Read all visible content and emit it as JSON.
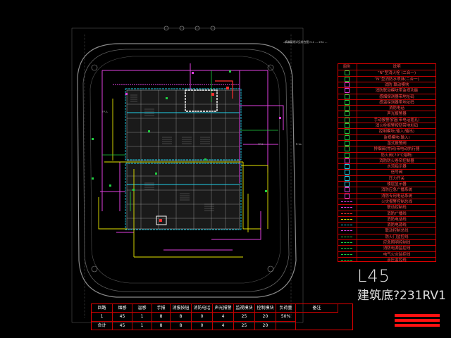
{
  "note_text": "喷淋管线详见综合图 H-1 … 2Hz … ",
  "north_label": "P-1a",
  "legend": {
    "header": {
      "symbol": "图例",
      "desc": "说明"
    },
    "rows": [
      {
        "symbol": "",
        "desc": "“N”型消火栓 (二合一)"
      },
      {
        "symbol": "",
        "desc": "“N”型消防水喷淋(二合一)"
      },
      {
        "symbol": "",
        "desc": "消防 联动模块"
      },
      {
        "symbol": "",
        "desc": "消防联动模块带监视功能"
      },
      {
        "symbol": "",
        "desc": "感烟探测器带地址码"
      },
      {
        "symbol": "",
        "desc": "感温探测器带地址码"
      },
      {
        "symbol": "",
        "desc": "消防电话"
      },
      {
        "symbol": "",
        "desc": "声光报警器"
      },
      {
        "symbol": "",
        "desc": "手动报警按钮(带电话插孔)"
      },
      {
        "symbol": "",
        "desc": "消火栓报警按钮带地址码"
      },
      {
        "symbol": "",
        "desc": "控制模块(输入/输出)"
      },
      {
        "symbol": "",
        "desc": "监视模块(输入)"
      },
      {
        "symbol": "",
        "desc": "湿式报警阀"
      },
      {
        "symbol": "",
        "desc": "排烟阀(常闭)带电动执行器"
      },
      {
        "symbol": "",
        "desc": "防火阀(70℃熔断)"
      },
      {
        "symbol": "",
        "desc": "消防防火卷帘控制器"
      },
      {
        "symbol": "",
        "desc": "水流指示器"
      },
      {
        "symbol": "",
        "desc": "信号阀"
      },
      {
        "symbol": "",
        "desc": "压力开关"
      },
      {
        "symbol": "",
        "desc": "楼层显示器"
      },
      {
        "symbol": "",
        "desc": "消防应急广播系统"
      },
      {
        "symbol": "",
        "desc": "消防专用电话系统"
      },
      {
        "symbol": "",
        "desc": "火灾报警控制总线"
      },
      {
        "symbol": "",
        "desc": "联动控制线"
      },
      {
        "symbol": "",
        "desc": "消防广播线"
      },
      {
        "symbol": "",
        "desc": "消防电话线"
      },
      {
        "symbol": "",
        "desc": "消防电源线"
      },
      {
        "symbol": "",
        "desc": "联动控制总线"
      },
      {
        "symbol": "",
        "desc": "防火门监控线"
      },
      {
        "symbol": "",
        "desc": "应急照明控制线"
      },
      {
        "symbol": "",
        "desc": "消防电源监控线"
      },
      {
        "symbol": "",
        "desc": "电气火灾监控线"
      },
      {
        "symbol": "",
        "desc": "余压监控线"
      }
    ]
  },
  "level_title": "L45",
  "drawing_title": "建筑底?231RV1",
  "table": {
    "headers": [
      "回路",
      "烟感",
      "温感",
      "手报",
      "消报按钮",
      "消防电话",
      "声光报警",
      "监视模块",
      "控制模块",
      "负荷量",
      "备注"
    ],
    "rows": [
      [
        "1",
        "45",
        "1",
        "8",
        "8",
        "0",
        "4",
        "25",
        "20",
        "50%",
        ""
      ],
      [
        "合计",
        "45",
        "1",
        "8",
        "8",
        "0",
        "4",
        "25",
        "20",
        "",
        ""
      ]
    ]
  },
  "colors": {
    "background": "#000000",
    "wall": "#9a9a9a",
    "bus_magenta": "#e040e0",
    "line_yellow": "#e6e600",
    "line_cyan": "#20d0e8",
    "line_green": "#20d040",
    "frame_red": "#e00000",
    "text_white": "#ffffff"
  }
}
